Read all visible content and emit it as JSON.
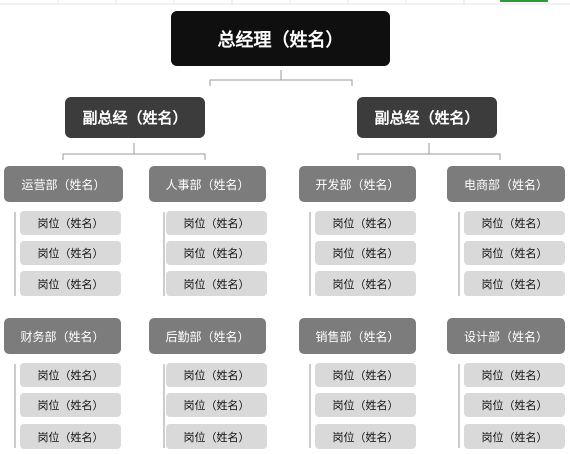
{
  "ceo": {
    "label": "总经理（姓名）"
  },
  "vps": [
    {
      "label": "副总经（姓名）"
    },
    {
      "label": "副总经（姓名）"
    }
  ],
  "departments": [
    {
      "label": "运营部（姓名）",
      "posts": [
        "岗位（姓名）",
        "岗位（姓名）",
        "岗位（姓名）"
      ]
    },
    {
      "label": "人事部（姓名）",
      "posts": [
        "岗位（姓名）",
        "岗位（姓名）",
        "岗位（姓名）"
      ]
    },
    {
      "label": "开发部（姓名）",
      "posts": [
        "岗位（姓名）",
        "岗位（姓名）",
        "岗位（姓名）"
      ]
    },
    {
      "label": "电商部（姓名）",
      "posts": [
        "岗位（姓名）",
        "岗位（姓名）",
        "岗位（姓名）"
      ]
    },
    {
      "label": "财务部（姓名）",
      "posts": [
        "岗位（姓名）",
        "岗位（姓名）",
        "岗位（姓名）"
      ]
    },
    {
      "label": "后勤部（姓名）",
      "posts": [
        "岗位（姓名）",
        "岗位（姓名）",
        "岗位（姓名）"
      ]
    },
    {
      "label": "销售部（姓名）",
      "posts": [
        "岗位（姓名）",
        "岗位（姓名）",
        "岗位（姓名）"
      ]
    },
    {
      "label": "设计部（姓名）",
      "posts": [
        "岗位（姓名）",
        "岗位（姓名）",
        "岗位（姓名）"
      ]
    }
  ],
  "colors": {
    "ceo": "#0f0f0f",
    "vp": "#3c3c3c",
    "department": "#7c7c7c",
    "post": "#d9d9d9",
    "connector": "#9a9a9a"
  }
}
